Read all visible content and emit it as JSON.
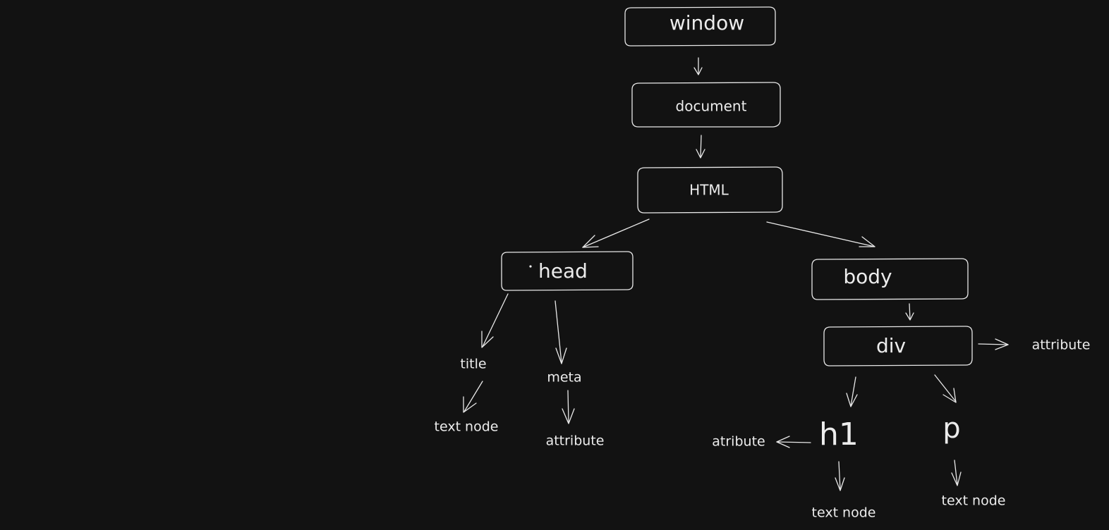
{
  "nodes": {
    "window": "window",
    "document": "document",
    "html": "HTML",
    "head": "head",
    "body": "body",
    "div": "div",
    "div_attribute": "attribute",
    "title": "title",
    "title_text_node": "text node",
    "meta": "meta",
    "meta_attribute": "attribute",
    "h1": "h1",
    "h1_attribute": "atribute",
    "h1_text_node": "text node",
    "p": "p",
    "p_text_node": "text node"
  },
  "colors": {
    "background": "#121212",
    "stroke": "#e8e8e8",
    "text": "#ececec"
  }
}
